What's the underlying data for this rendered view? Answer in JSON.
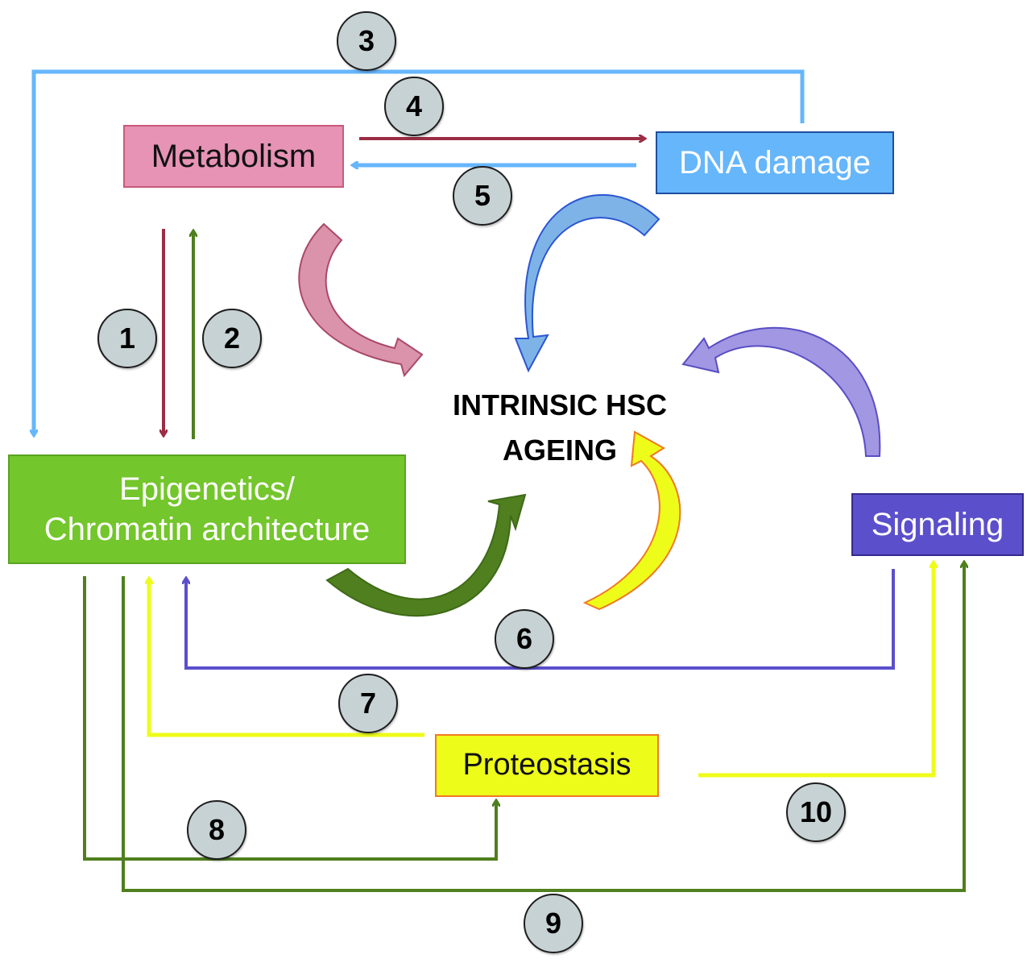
{
  "diagram": {
    "center_label": [
      "INTRINSIC HSC",
      "AGEING"
    ],
    "nodes": {
      "metabolism": "Metabolism",
      "dna_damage": "DNA damage",
      "epigenetics": [
        "Epigenetics/",
        "Chromatin architecture"
      ],
      "signaling": "Signaling",
      "proteostasis": "Proteostasis"
    },
    "connections": [
      {
        "label": "1",
        "from": "Metabolism",
        "to": "Epigenetics/Chromatin architecture",
        "color": "#9b2d45"
      },
      {
        "label": "2",
        "from": "Epigenetics/Chromatin architecture",
        "to": "Metabolism",
        "color": "#4f7f1e"
      },
      {
        "label": "3",
        "from": "DNA damage",
        "to": "Epigenetics/Chromatin architecture",
        "color": "#66b6fb"
      },
      {
        "label": "4",
        "from": "Metabolism",
        "to": "DNA damage",
        "color": "#9b2d45"
      },
      {
        "label": "5",
        "from": "DNA damage",
        "to": "Metabolism",
        "color": "#66b6fb"
      },
      {
        "label": "6",
        "from": "Signaling",
        "to": "Epigenetics/Chromatin architecture",
        "color": "#5b4fcb"
      },
      {
        "label": "7",
        "from": "Proteostasis",
        "to": "Epigenetics/Chromatin architecture",
        "color": "#eefc1a"
      },
      {
        "label": "8",
        "from": "Epigenetics/Chromatin architecture",
        "to": "Proteostasis",
        "color": "#4f7f1e"
      },
      {
        "label": "9",
        "from": "Epigenetics/Chromatin architecture",
        "to": "Signaling",
        "color": "#4f7f1e"
      },
      {
        "label": "10",
        "from": "Proteostasis",
        "to": "Signaling",
        "color": "#eefc1a"
      }
    ],
    "curved_arrows_to_center": [
      {
        "from": "Metabolism",
        "color": "#d97a98"
      },
      {
        "from": "DNA damage",
        "color": "#6fa8e0"
      },
      {
        "from": "Signaling",
        "color": "#9a8fe0"
      },
      {
        "from": "Proteostasis",
        "color": "#eefc1a"
      },
      {
        "from": "Epigenetics/Chromatin architecture",
        "color": "#4a7a1e"
      }
    ]
  }
}
